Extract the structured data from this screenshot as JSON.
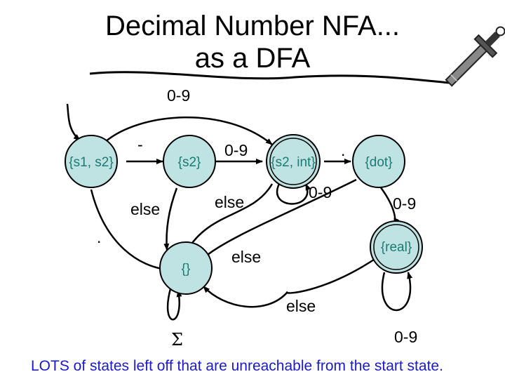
{
  "title": {
    "line1": "Decimal Number NFA...",
    "line2": "as a DFA"
  },
  "states": {
    "start": "{s1, s2}",
    "s2": "{s2}",
    "int": "{s2, int}",
    "dot": "{dot}",
    "real": "{real}",
    "empty": "{}"
  },
  "edges": {
    "start_to_int": "0-9",
    "start_to_s2": "-",
    "start_to_empty": ".",
    "s2_to_int": "0-9",
    "s2_to_empty": "else",
    "int_to_dot": ".",
    "int_loop": "0-9",
    "int_to_empty": "else",
    "dot_to_real": "0-9",
    "dot_to_empty": "else",
    "real_loop": "0-9",
    "real_to_empty": "else",
    "empty_loop": "Σ"
  },
  "footer": "LOTS of states left off that are unreachable from the start state.",
  "colors": {
    "state_fill": "#bfe3e3",
    "state_label": "#1a7a74",
    "footer_text": "#1a1acc"
  },
  "icons": [
    "sword-icon"
  ]
}
